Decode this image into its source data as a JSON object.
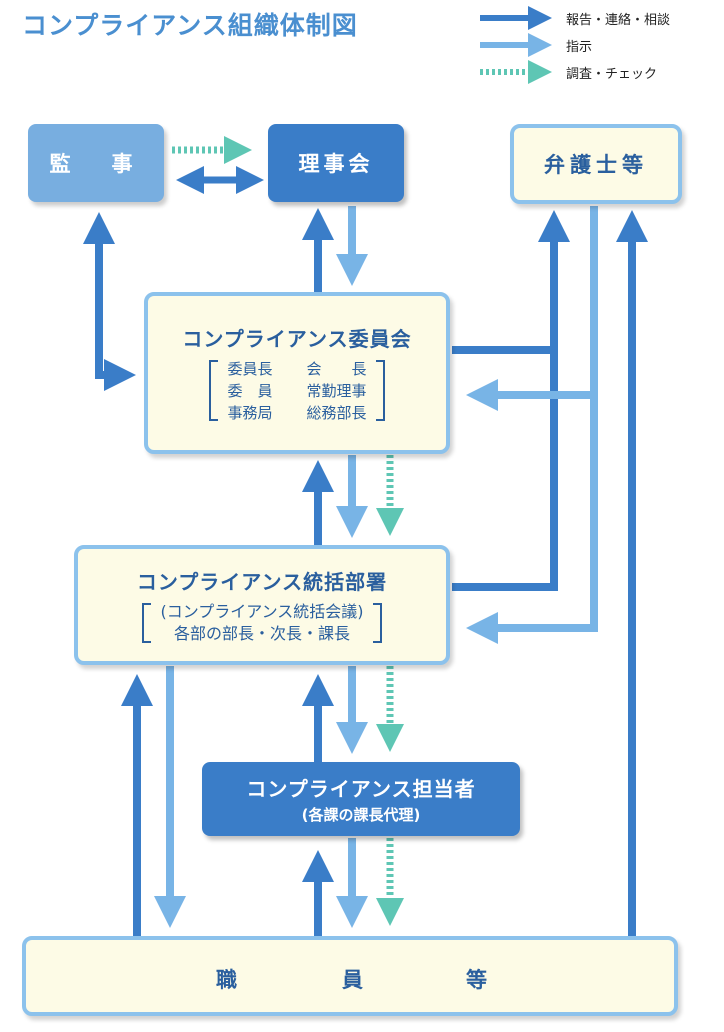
{
  "title": "コンプライアンス組織体制図",
  "legend": {
    "report": "報告・連絡・相談",
    "instruct": "指示",
    "check": "調査・チェック"
  },
  "colors": {
    "report_arrow": "#3a7dc8",
    "instruct_arrow": "#78b4e6",
    "check_arrow": "#5ec6b4",
    "box_border": "#8cc2ec",
    "box_fill": "#fdfbe6",
    "text_dark": "#2a5f9e"
  },
  "nodes": {
    "auditor": {
      "label": "監　事"
    },
    "board": {
      "label": "理事会"
    },
    "lawyer": {
      "label": "弁護士等"
    },
    "committee": {
      "title": "コンプライアンス委員会",
      "members": [
        {
          "role": "委員長",
          "person": "会　　長"
        },
        {
          "role": "委　員",
          "person": "常勤理事"
        },
        {
          "role": "事務局",
          "person": "総務部長"
        }
      ]
    },
    "division": {
      "title": "コンプライアンス統括部署",
      "line1": "(コンプライアンス統括会議)",
      "line2": "各部の部長・次長・課長"
    },
    "officer": {
      "title": "コンプライアンス担当者",
      "subtitle": "(各課の課長代理)"
    },
    "staff": {
      "c1": "職",
      "c2": "員",
      "c3": "等"
    }
  }
}
